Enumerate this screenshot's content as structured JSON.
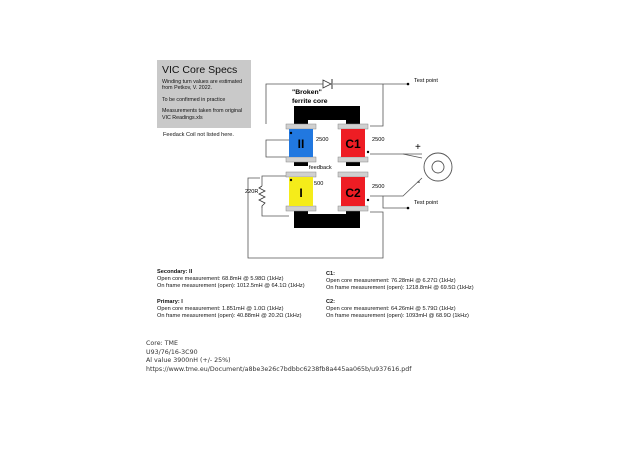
{
  "title_box": {
    "title": "VIC Core Specs",
    "lines": [
      "Winding turn values are estimated",
      "from Petkov, V. 2022.",
      "",
      "To be confirmed in practice",
      "",
      "Measurements taken from original",
      "VIC Readings.xls"
    ]
  },
  "feedback_note": "Feedack Coil not listed here.",
  "diagram": {
    "core_label_line1": "\"Broken\"",
    "core_label_line2": "ferrite core",
    "coils": [
      {
        "id": "II",
        "label": "II",
        "turns": "2500",
        "color": "#2178e0"
      },
      {
        "id": "C1",
        "label": "C1",
        "turns": "2500",
        "color": "#ee1d24"
      },
      {
        "id": "I",
        "label": "I",
        "turns": "500",
        "color": "#f5ec1a"
      },
      {
        "id": "C2",
        "label": "C2",
        "turns": "2500",
        "color": "#ee1d24"
      }
    ],
    "feedback_label": "feedback",
    "resistor_label": "220R",
    "plus_label": "+",
    "minus_label": "-",
    "test_point_top": "Test point",
    "test_point_bottom": "Test point"
  },
  "specs": {
    "secondary": {
      "heading": "Secondary: II",
      "line1": "Open core measurement: 68.8mH @ 5.98Ω (1kHz)",
      "line2": "On frame measurement (open): 1012.5mH @ 64.1Ω (1kHz)"
    },
    "primary": {
      "heading": "Primary: I",
      "line1": "Open core measurement: 1.851mH @ 1.0Ω (1kHz)",
      "line2": "On frame measurement (open): 40.88mH @ 20.2Ω (1kHz)"
    },
    "c1": {
      "heading": "C1:",
      "line1": "Open core measurement: 76.28mH @ 6.27Ω (1kHz)",
      "line2": "On frame measurement (open): 1218.8mH @ 69.5Ω (1kHz)"
    },
    "c2": {
      "heading": "C2:",
      "line1": "Open core measurement: 64.26mH @ 5.79Ω (1kHz)",
      "line2": "On frame measurement (open): 1093mH @ 68.9Ω (1kHz)"
    }
  },
  "core_info": {
    "line1": "Core: TME",
    "line2": "U93/76/16-3C90",
    "line3": "Al value 3900nH (+/- 25%)",
    "line4": "https://www.tme.eu/Document/a8be3e26c7bdbbc6238fb8a445aa065b/u937616.pdf"
  },
  "colors": {
    "note_bg": "#c9c9c9",
    "coil_blue": "#2178e0",
    "coil_red": "#ee1d24",
    "coil_yellow": "#f5ec1a",
    "core": "#000000",
    "bobbin": "#cfcfcf"
  }
}
